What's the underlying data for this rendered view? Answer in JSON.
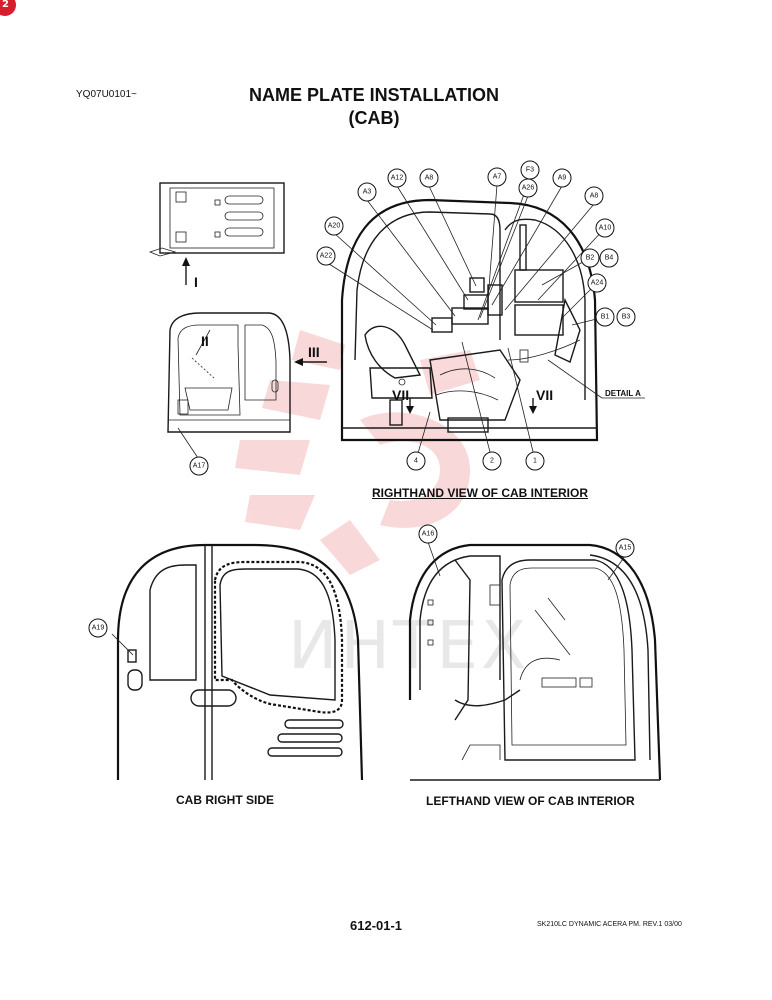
{
  "page": {
    "badge_text": "2",
    "doc_code": "YQ07U0101~",
    "title_line1": "NAME PLATE INSTALLATION",
    "title_line2": "(CAB)",
    "page_number": "612-01-1",
    "revision": "SK210LC DYNAMIC ACERA PM.  REV.1 03/00"
  },
  "captions": {
    "righthand_view": "RIGHTHAND VIEW OF CAB INTERIOR",
    "cab_right_side": "CAB RIGHT SIDE",
    "lefthand_view": "LEFTHAND VIEW OF CAB INTERIOR",
    "detail_a": "DETAIL A"
  },
  "view_markers": {
    "top_view": "I",
    "side_II": "II",
    "side_III": "III",
    "vii_left": "VII",
    "vii_right": "VII"
  },
  "callouts": {
    "A3": "A3",
    "A12": "A12",
    "A8": "A8",
    "A7": "A7",
    "F3": "F3",
    "A26": "A26",
    "A9": "A9",
    "A8b": "A8",
    "A10": "A10",
    "B2": "B2",
    "B4": "B4",
    "A24": "A24",
    "B1": "B1",
    "B3": "B3",
    "A20": "A20",
    "A22": "A22",
    "A17": "A17",
    "c4": "4",
    "c2": "2",
    "c1": "1",
    "A16": "A16",
    "A15": "A15",
    "A19": "A19"
  },
  "watermark": {
    "text": "ИНТЕХ",
    "color": "#f2b8b8"
  }
}
